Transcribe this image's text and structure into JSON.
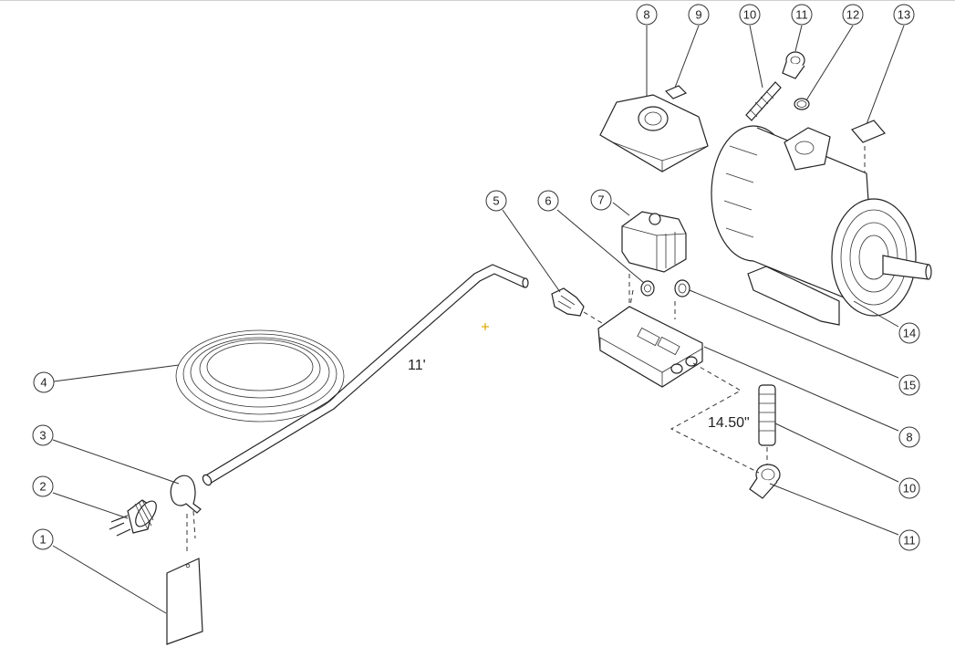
{
  "dimensions": {
    "cord_length": "11'",
    "drop_length": "14.50\""
  },
  "callouts": [
    {
      "id": "1",
      "label": "1"
    },
    {
      "id": "2",
      "label": "2"
    },
    {
      "id": "3",
      "label": "3"
    },
    {
      "id": "4",
      "label": "4"
    },
    {
      "id": "5",
      "label": "5"
    },
    {
      "id": "6",
      "label": "6"
    },
    {
      "id": "7",
      "label": "7"
    },
    {
      "id": "8a",
      "label": "8"
    },
    {
      "id": "9",
      "label": "9"
    },
    {
      "id": "10a",
      "label": "10"
    },
    {
      "id": "11a",
      "label": "11"
    },
    {
      "id": "12",
      "label": "12"
    },
    {
      "id": "13",
      "label": "13"
    },
    {
      "id": "14",
      "label": "14"
    },
    {
      "id": "15",
      "label": "15"
    },
    {
      "id": "8b",
      "label": "8"
    },
    {
      "id": "10b",
      "label": "10"
    },
    {
      "id": "11b",
      "label": "11"
    }
  ],
  "colors": {
    "line": "#222222",
    "background": "#ffffff",
    "marker": "#e0a800"
  }
}
